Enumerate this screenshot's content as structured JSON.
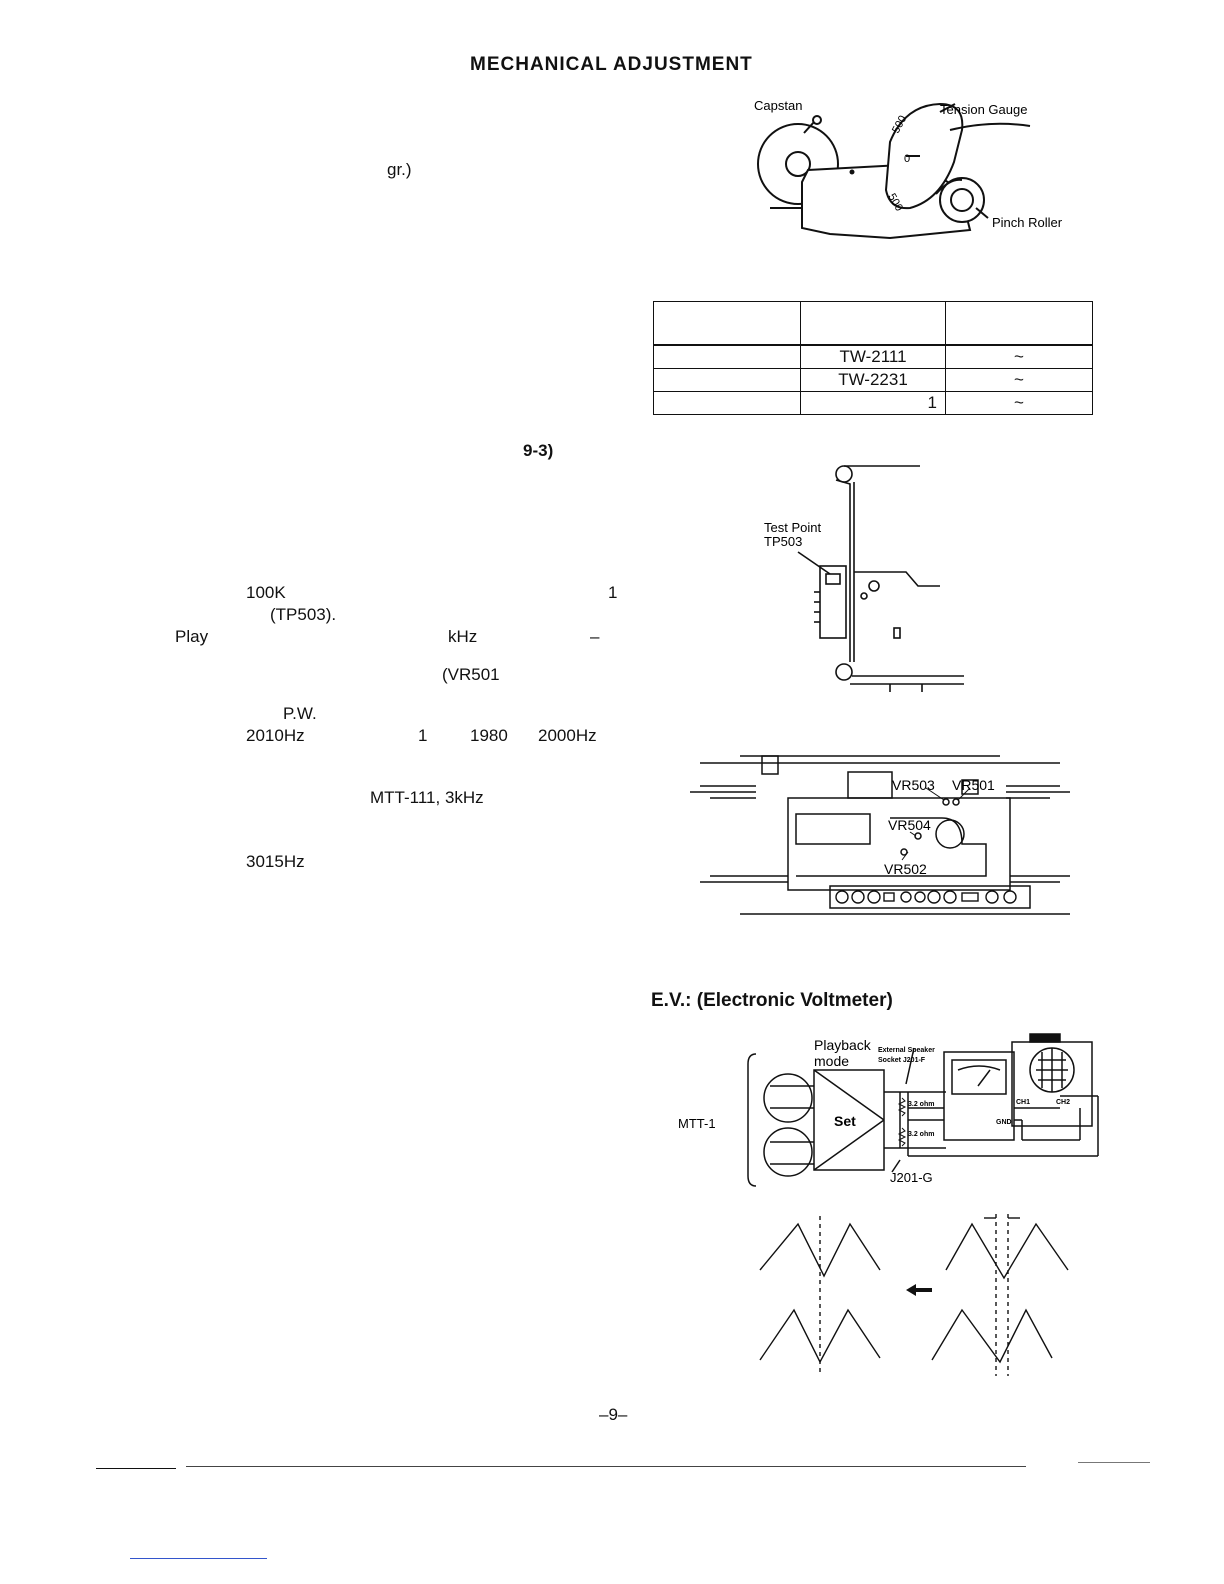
{
  "page_title": "MECHANICAL ADJUSTMENT",
  "fragments": {
    "gr": "gr.)",
    "fig_9_3": "9-3)",
    "r100k": "100K",
    "one_a": "1",
    "tp503": "(TP503).",
    "play": "Play",
    "khz": "kHz",
    "dash": "–",
    "vr501": "(VR501",
    "pw": "P.W.",
    "f2010": "2010Hz",
    "one_b": "1",
    "f1980": "1980",
    "f2000": "2000Hz",
    "mtt111": "MTT-111, 3kHz",
    "f3015": "3015Hz"
  },
  "tension_figure": {
    "capstan": "Capstan",
    "tension_gauge": "Tension Gauge",
    "pinch_roller": "Pinch Roller",
    "scale_top": "500",
    "scale_mid": "0",
    "scale_bottom": "500"
  },
  "spec_table": {
    "rows": [
      {
        "c1": "",
        "c2": "TW-2111",
        "c3": "~"
      },
      {
        "c1": "",
        "c2": "TW-2231",
        "c3": "~"
      },
      {
        "c1": "",
        "c2": "1",
        "c3": "~"
      }
    ]
  },
  "test_point": {
    "line1": "Test Point",
    "line2": "TP503"
  },
  "vr_labels": {
    "vr503": "VR503",
    "vr501": "VR501",
    "vr504": "VR504",
    "vr502": "VR502"
  },
  "ev_title": "E.V.: (Electronic Voltmeter)",
  "circuit": {
    "mode_line1": "Playback",
    "mode_line2": "mode",
    "speaker_line1": "External Speaker",
    "speaker_line2": "Socket J201-F",
    "set": "Set",
    "mtt": "MTT-1",
    "r1": "3.2 ohm",
    "r2": "3.2 ohm",
    "ch1": "CH1",
    "ch2": "CH2",
    "gnd": "GND",
    "j201g": "J201-G"
  },
  "page_number": "–9–"
}
